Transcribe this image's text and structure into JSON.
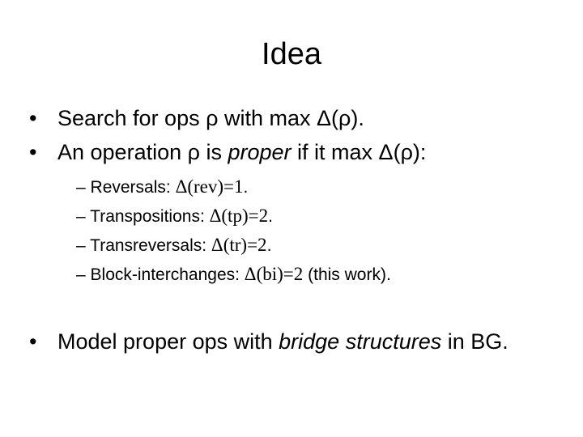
{
  "slide": {
    "title": "Idea",
    "bullet_marker": "•",
    "sub_marker": "–",
    "bullets": [
      {
        "pre": "Search for ops ρ with max Δ(ρ)."
      },
      {
        "pre": "An operation ρ is ",
        "emph": "proper",
        "post": " if it max Δ(ρ):"
      }
    ],
    "sub_bullets": [
      {
        "label": "Reversals: ",
        "math": "Δ(rev)=1",
        "post": "."
      },
      {
        "label": "Transpositions: ",
        "math": "Δ(tp)=2",
        "post": "."
      },
      {
        "label": "Transreversals: ",
        "math": "Δ(tr)=2",
        "post": "."
      },
      {
        "label": "Block-interchanges: ",
        "math": "Δ(bi)=2",
        "post": " (this work)."
      }
    ],
    "final_bullet": {
      "pre": "Model proper ops with ",
      "emph": "bridge structures",
      "post": " in BG."
    }
  }
}
